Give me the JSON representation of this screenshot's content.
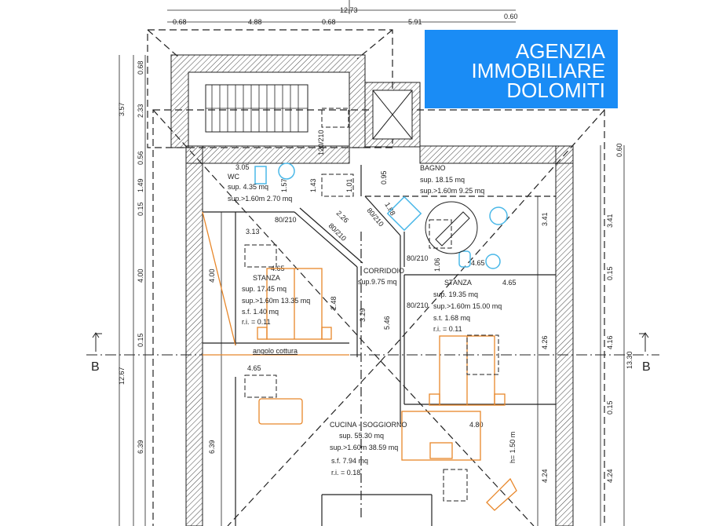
{
  "logo": {
    "line1": "AGENZIA",
    "line2": "IMMOBILIARE",
    "line3": "DOLOMITI",
    "color": "#1a8cf5"
  },
  "dimensions": {
    "top_total": "12.73",
    "top_parts": [
      "0.68",
      "4.88",
      "0.68",
      "5.91",
      "0.60"
    ],
    "left_outer": [
      "0.68",
      "3.57",
      "2.33",
      "0.56",
      "1.49",
      "0.15",
      "4.00",
      "0.15",
      "12.67",
      "6.39"
    ],
    "left_inner": [
      "4.00",
      "6.39"
    ],
    "right_outer": [
      "0.60",
      "3.41",
      "0.15",
      "4.16",
      "13.30",
      "0.15",
      "4.24"
    ],
    "right_inner": [
      "3.41",
      "4.26",
      "4.24"
    ],
    "interior": [
      "3.05",
      "1.57",
      "1.43",
      "1.01",
      "0.95",
      "1.88",
      "2.26",
      "3.13",
      "4.65",
      "4.65",
      "4.65",
      "4.65",
      "2.48",
      "3.29",
      "5.46",
      "1.06",
      "4.80",
      "h= 1.50 m"
    ],
    "doors": [
      "80/210",
      "80/210",
      "80/210",
      "80/210",
      "120/210",
      "80/210"
    ]
  },
  "section_marker": "B",
  "rooms": {
    "wc": {
      "name": "WC",
      "sup": "sup. 4.35 mq",
      "sup160": "sup.>1.60m 2.70 mq"
    },
    "bagno": {
      "name": "BAGNO",
      "sup": "sup. 18.15 mq",
      "sup160": "sup.>1.60m 9.25 mq"
    },
    "corridoio": {
      "name": "CORRIDOIO",
      "sup": "sup.9.75 mq"
    },
    "stanza1": {
      "name": "STANZA",
      "sup": "sup. 17.45 mq",
      "sup160": "sup.>1.60m 13.35 mq",
      "sf": "s.f. 1.40 mq",
      "ri": "r.i. = 0.11"
    },
    "stanza2": {
      "name": "STANZA",
      "sup": "sup. 19.35 mq",
      "sup160": "sup.>1.60m 15.00 mq",
      "sf": "s.t. 1.68 mq",
      "ri": "r.i. = 0.11"
    },
    "cucina": {
      "name": "CUCINA - SOGGIORNO",
      "sup": "sup. 55.30 mq",
      "sup160": "sup.>1.60m 38.59 mq",
      "sf": "s.f. 7.94 mq",
      "ri": "r.i. = 0.18"
    },
    "angolo": {
      "name": "angolo cottura"
    }
  },
  "colors": {
    "wall": "#333333",
    "furniture": "#e8872a",
    "fixtures": "#4ab8e8"
  }
}
